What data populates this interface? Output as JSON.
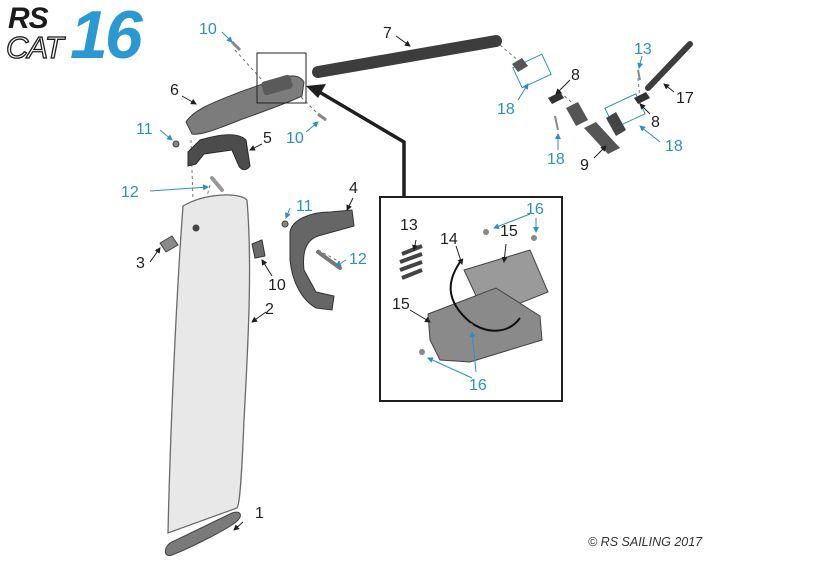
{
  "logo": {
    "line1": "RS",
    "line2": "CAT",
    "number": "16"
  },
  "copyright": "© RS SAILING 2017",
  "callouts": [
    "1",
    "2",
    "3",
    "4",
    "5",
    "6",
    "7",
    "8",
    "8",
    "9",
    "10",
    "10",
    "10",
    "11",
    "11",
    "12",
    "12",
    "13",
    "13",
    "14",
    "15",
    "15",
    "16",
    "16",
    "17",
    "18",
    "18",
    "18"
  ],
  "colors": {
    "label_black": "#1f1f1f",
    "label_blue": "#2b8fcb",
    "logo_blue": "#2a98d2",
    "part_dark": "#555555",
    "part_mid": "#8c8c8c",
    "part_light": "#e7e7e7"
  }
}
